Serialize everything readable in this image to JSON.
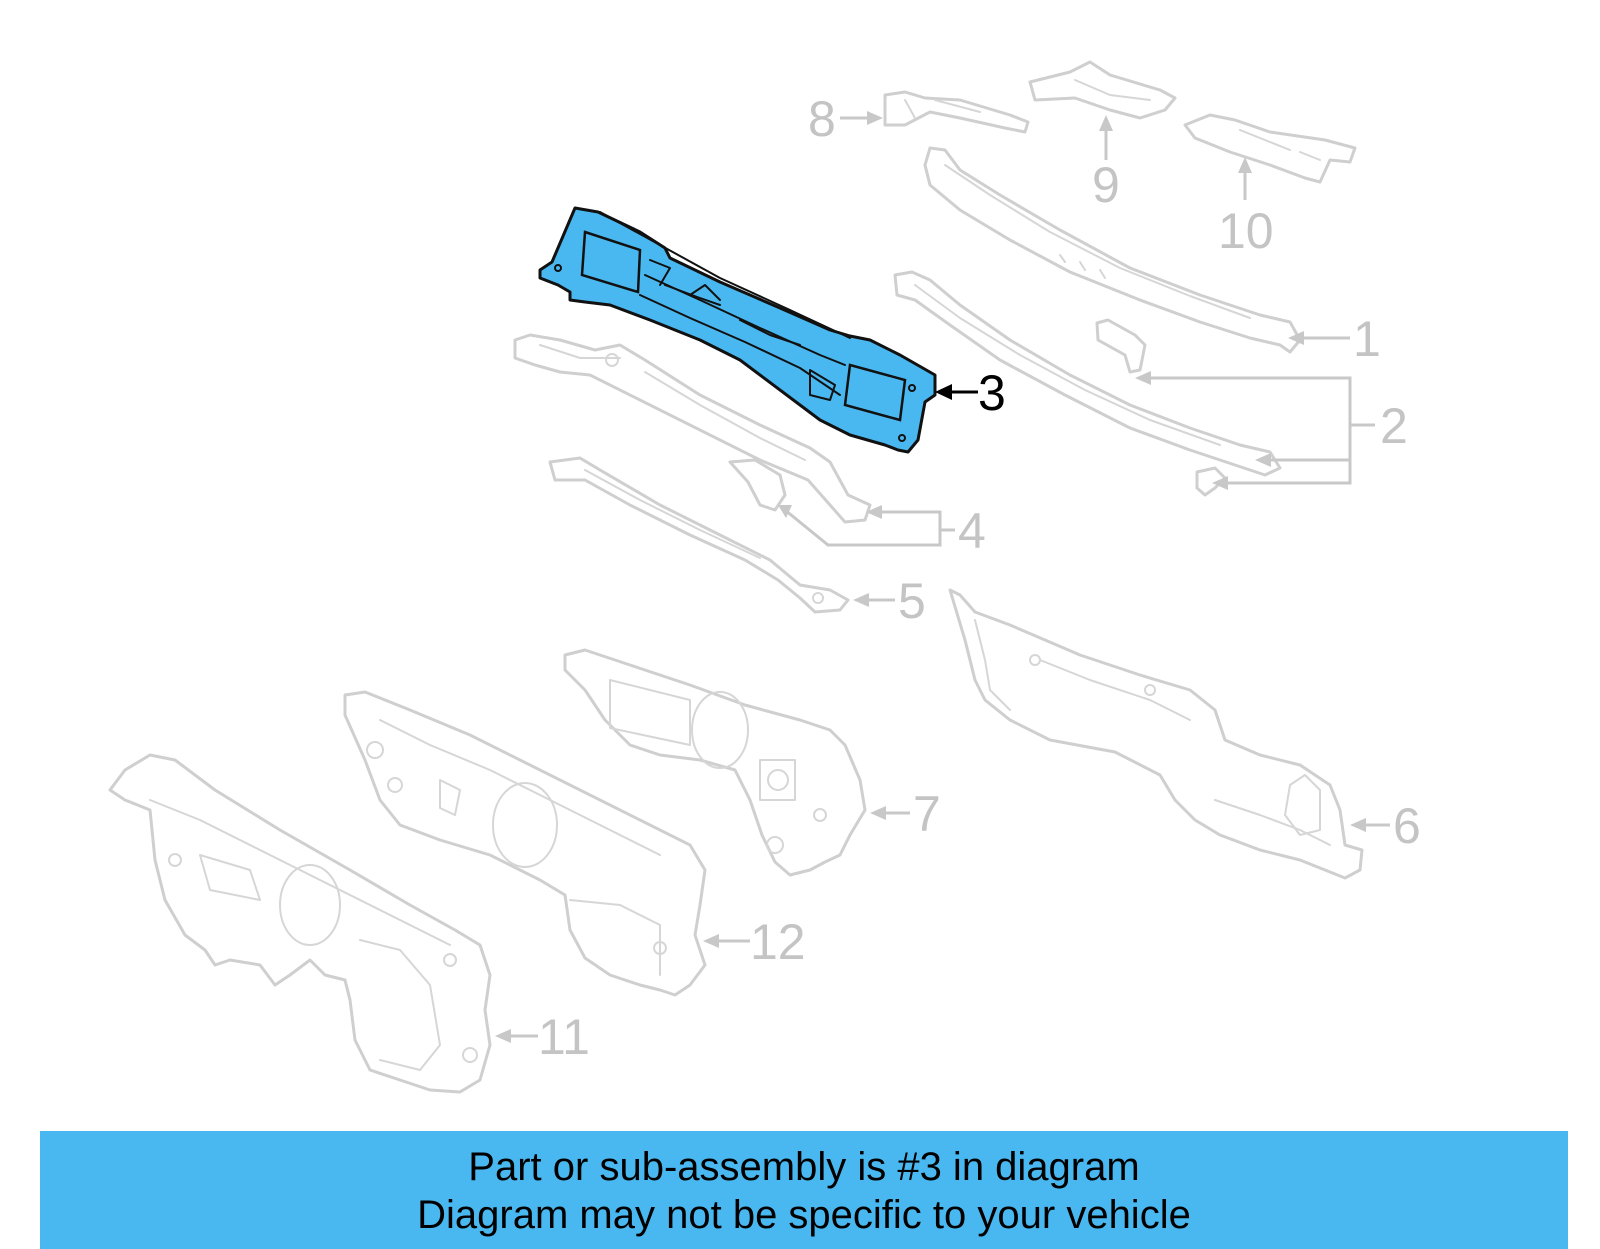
{
  "diagram": {
    "callouts": [
      "1",
      "2",
      "3",
      "4",
      "5",
      "6",
      "7",
      "8",
      "9",
      "10",
      "11",
      "12"
    ],
    "highlighted_callout": "3",
    "colors": {
      "highlight": "#4ab8f0",
      "ghost": "#cfcfcf",
      "text_highlight": "#000000"
    }
  },
  "banner": {
    "line1": "Part or sub-assembly is #3 in diagram",
    "line2": "Diagram may not be specific to your vehicle"
  }
}
